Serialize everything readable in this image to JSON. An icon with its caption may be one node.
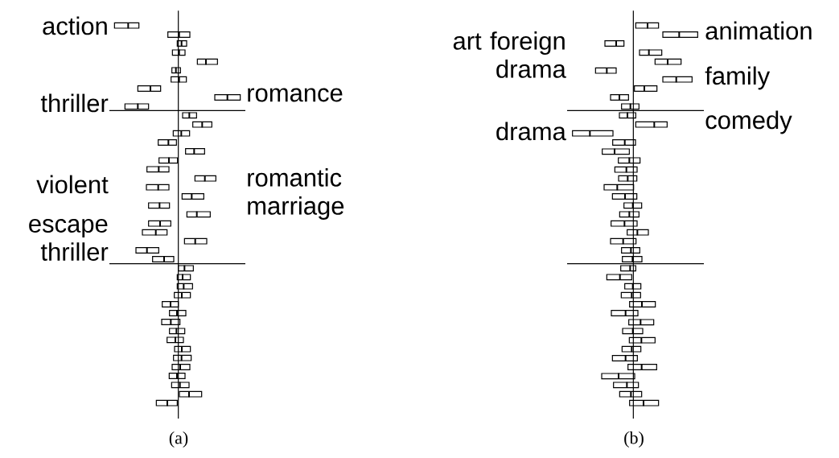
{
  "diagram": {
    "labels": [
      "action",
      "thriller",
      "romance",
      "violent",
      "romantic marriage",
      "escape thriller",
      "(a)",
      "art foreign drama",
      "animation",
      "family",
      "comedy",
      "drama",
      "(b)"
    ]
  }
}
